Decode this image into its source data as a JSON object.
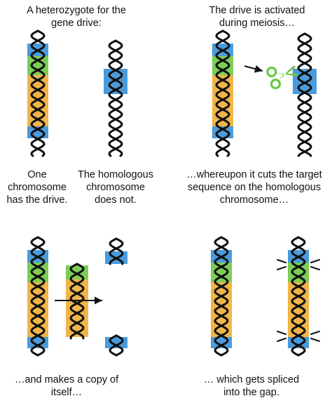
{
  "colors": {
    "blue": "#4a9bdc",
    "green": "#7ccd55",
    "orange": "#f1b547",
    "scissors": "#6cc646",
    "strand": "#111111"
  },
  "icons": [
    "scissors-icon",
    "arrow-icon",
    "motion-tick-icon"
  ],
  "panels": {
    "top_left": {
      "caption": "A heterozygote for the\ngene drive:",
      "label_left": "One\nchromosome\nhas the drive.",
      "label_right": "The homologous\nchromosome\ndoes not."
    },
    "top_right": {
      "caption": "The drive is activated\nduring meiosis…",
      "label": "…whereupon it cuts the target\nsequence on the homologous\nchromosome…"
    },
    "bottom_left": {
      "label": "…and makes a copy of\nitself…"
    },
    "bottom_right": {
      "label": "… which gets spliced\ninto the gap."
    }
  }
}
